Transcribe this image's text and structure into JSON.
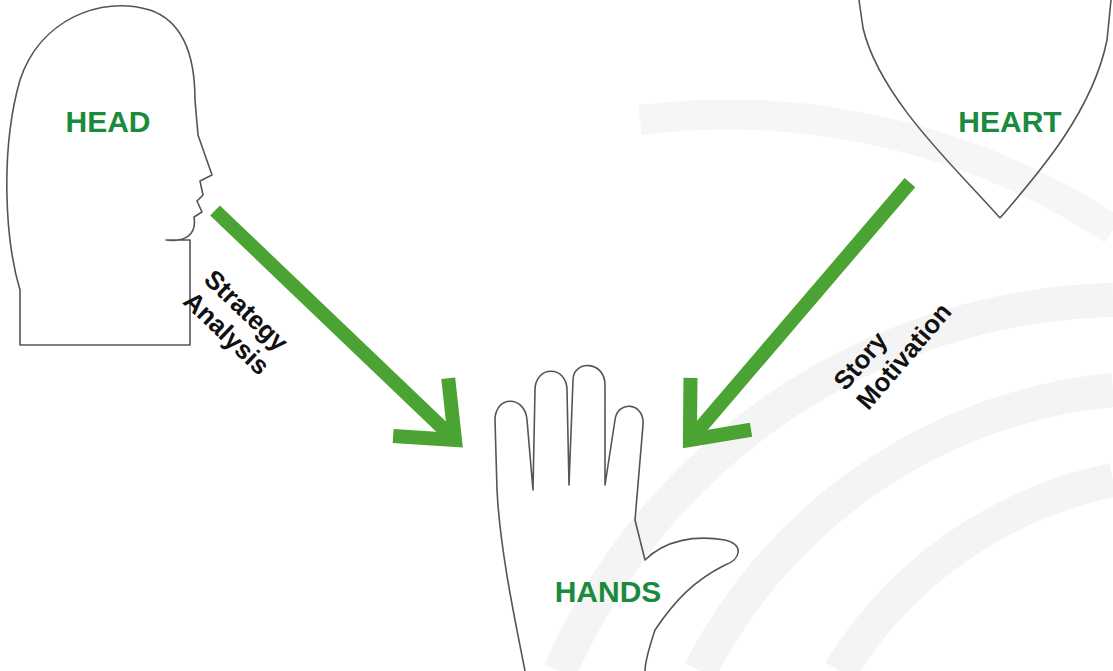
{
  "diagram": {
    "nodes": [
      {
        "text": [
          "HEAD"
        ]
      },
      {
        "text": [
          "HEART"
        ]
      },
      {
        "text": [
          "HANDS"
        ]
      }
    ],
    "edges": [
      {
        "from": 0,
        "to": 2,
        "arrow": "to",
        "label": "Strategy Analysis"
      },
      {
        "from": 1,
        "to": 2,
        "arrow": "to",
        "label": "Story Motivation"
      }
    ]
  }
}
